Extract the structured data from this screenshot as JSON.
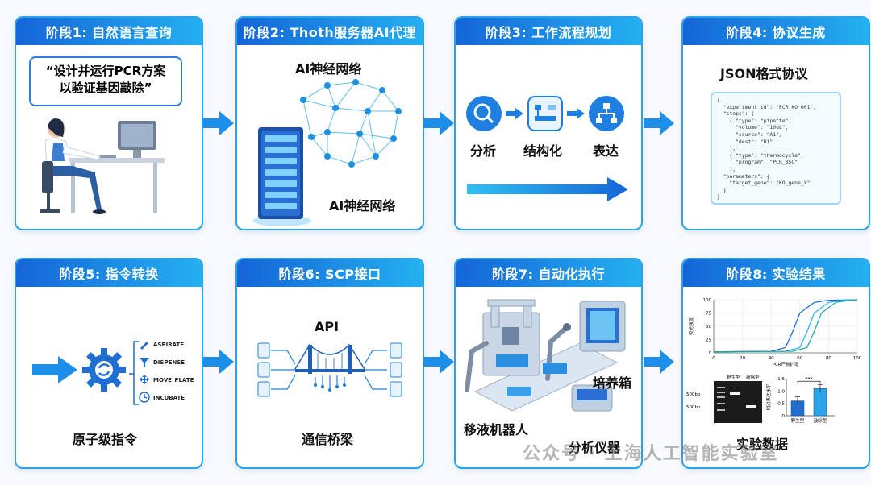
{
  "stages": [
    {
      "title": "阶段1: 自然语言查询"
    },
    {
      "title": "阶段2: Thoth服务器AI代理"
    },
    {
      "title": "阶段3: 工作流程规划"
    },
    {
      "title": "阶段4: 协议生成"
    },
    {
      "title": "阶段5: 指令转换"
    },
    {
      "title": "阶段6: SCP接口"
    },
    {
      "title": "阶段7: 自动化执行"
    },
    {
      "title": "阶段8: 实验结果"
    }
  ],
  "stage1": {
    "quote_line1": "“设计并运行PCR方案",
    "quote_line2": "以验证基因敲除”"
  },
  "stage2": {
    "label_top": "AI神经网络",
    "label_bottom": "AI神经网络"
  },
  "stage3": {
    "steps": [
      "分析",
      "结构化",
      "表达"
    ]
  },
  "stage4": {
    "title": "JSON格式协议",
    "code_lines": [
      "{",
      "  \"experiment_id\": \"PCR_KO_001\",",
      "  \"steps\": [",
      "    { \"type\": \"pipette\",",
      "      \"volume\": \"10uL\",",
      "      \"source\": \"A1\",",
      "      \"dest\": \"B1\"",
      "    },",
      "    { \"type\": \"thermocycle\",",
      "      \"program\": \"PCR_35C\"",
      "    },",
      "  \"parameters\": {",
      "    \"target_gene\": \"KO_gene_X\"",
      "  }",
      "}"
    ]
  },
  "stage5": {
    "commands": [
      "ASPIRATE",
      "DISPENSE",
      "MOVE_PLATE",
      "INCUBATE"
    ],
    "caption": "原子级指令"
  },
  "stage6": {
    "api": "API",
    "caption": "通信桥梁"
  },
  "stage7": {
    "incubator": "培养箱",
    "robot": "移液机器人",
    "analyzer": "分析仪器"
  },
  "stage8": {
    "curve_ylabel": "荧光强度",
    "curve_xlabel": "PCR产物扩增",
    "x_ticks": [
      "0",
      "20",
      "40",
      "60",
      "80",
      "100"
    ],
    "y_ticks": [
      "100",
      "75",
      "50",
      "25",
      "0"
    ],
    "gel_labels": [
      "野生型",
      "敲除型"
    ],
    "gel_marker_1": "500bp",
    "gel_marker_2": "500bp",
    "bar_ylabel": "相对表达水平",
    "bar_y_ticks": [
      "1.5",
      "1.0",
      "0.5",
      "0"
    ],
    "bar_categories": [
      "野生型",
      "敲除型"
    ],
    "significance": "***",
    "caption": "实验数据"
  },
  "chart_data": [
    {
      "type": "line",
      "xlabel": "PCR产物扩增",
      "ylabel": "荧光强度",
      "xlim": [
        0,
        100
      ],
      "ylim": [
        0,
        100
      ],
      "series": [
        {
          "values_x": [
            0,
            40,
            50,
            55,
            60,
            70,
            80,
            100
          ],
          "values_y": [
            2,
            3,
            10,
            40,
            75,
            95,
            99,
            100
          ]
        },
        {
          "values_x": [
            0,
            50,
            60,
            65,
            70,
            80,
            90,
            100
          ],
          "values_y": [
            2,
            3,
            10,
            40,
            75,
            95,
            99,
            100
          ]
        },
        {
          "values_x": [
            0,
            55,
            65,
            70,
            75,
            85,
            95,
            100
          ],
          "values_y": [
            2,
            3,
            10,
            40,
            75,
            95,
            99,
            100
          ]
        }
      ]
    },
    {
      "type": "bar",
      "categories": [
        "野生型",
        "敲除型"
      ],
      "values": [
        0.6,
        1.1
      ],
      "ylim": [
        0,
        1.5
      ],
      "ylabel": "相对表达水平"
    }
  ],
  "watermark": "公众号 · 上海人工智能实验室",
  "colors": {
    "accent": "#1f7fe0",
    "header_start": "#1565d8",
    "header_end": "#24b0f0",
    "arrow": "#1e8fe8"
  }
}
